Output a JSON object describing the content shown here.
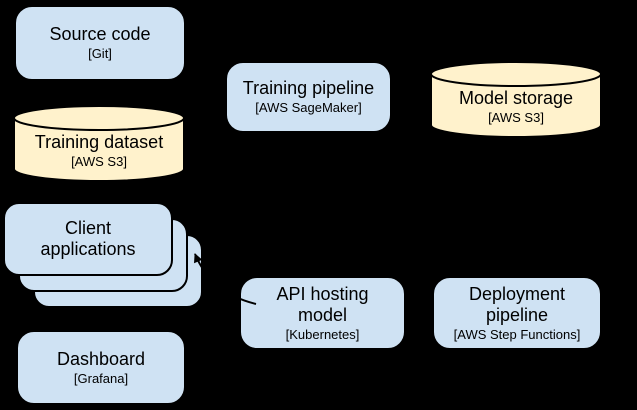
{
  "diagram": {
    "background_color": "#000000",
    "stroke_color": "#000000",
    "text_color": "#000000",
    "process_fill": "#cfe2f3",
    "storage_fill": "#fff2cc",
    "nodes": {
      "source_code": {
        "shape": "rounded-rect",
        "label": "Source code",
        "tech": "[Git]"
      },
      "training_dataset": {
        "shape": "cylinder",
        "label": "Training dataset",
        "tech": "[AWS S3]"
      },
      "training_pipeline": {
        "shape": "rounded-rect",
        "label": "Training pipeline",
        "tech": "[AWS SageMaker]"
      },
      "model_storage": {
        "shape": "cylinder",
        "label": "Model storage",
        "tech": "[AWS S3]"
      },
      "client_applications": {
        "shape": "stacked-rounded-rect",
        "label": "Client\napplications"
      },
      "api_hosting_model": {
        "shape": "rounded-rect",
        "label": "API hosting\nmodel",
        "tech": "[Kubernetes]"
      },
      "deployment_pipeline": {
        "shape": "rounded-rect",
        "label": "Deployment\npipeline",
        "tech": "[AWS Step Functions]"
      },
      "dashboard": {
        "shape": "rounded-rect",
        "label": "Dashboard",
        "tech": "[Grafana]"
      }
    },
    "edges": [
      {
        "target": "client_applications",
        "visible_part": "black arrowhead pointing up-left into the right side of the stacked cards; line hidden against black background"
      }
    ]
  }
}
